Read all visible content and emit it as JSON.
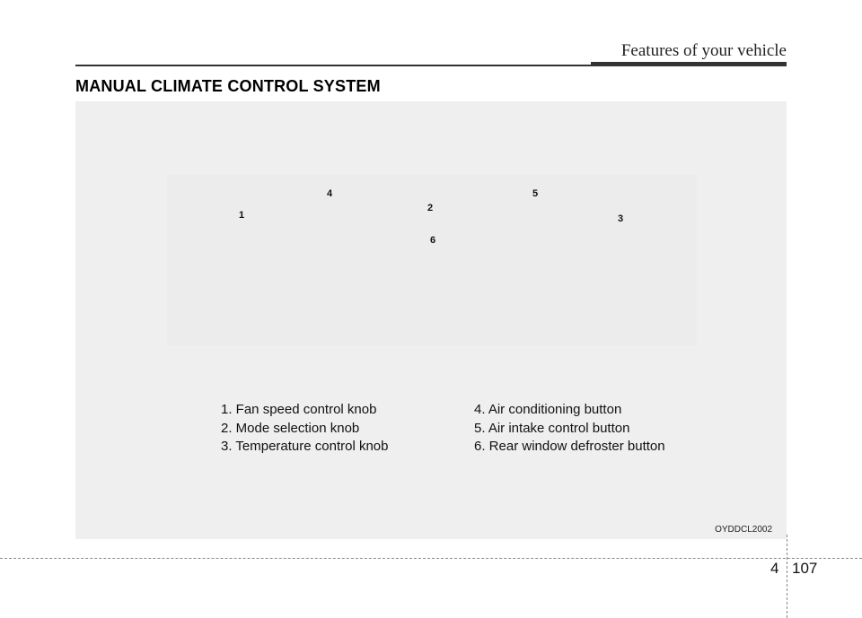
{
  "header": {
    "title": "Features of your vehicle"
  },
  "section": {
    "title": "MANUAL CLIMATE CONTROL SYSTEM"
  },
  "figure": {
    "callouts": [
      "1",
      "2",
      "3",
      "4",
      "5",
      "6"
    ],
    "legend_left": [
      "1. Fan speed control knob",
      "2. Mode selection knob",
      "3. Temperature control knob"
    ],
    "legend_right": [
      "4. Air conditioning button",
      "5. Air intake control button",
      "6. Rear window defroster button"
    ],
    "code": "OYDDCL2002"
  },
  "footer": {
    "chapter": "4",
    "page": "107"
  }
}
